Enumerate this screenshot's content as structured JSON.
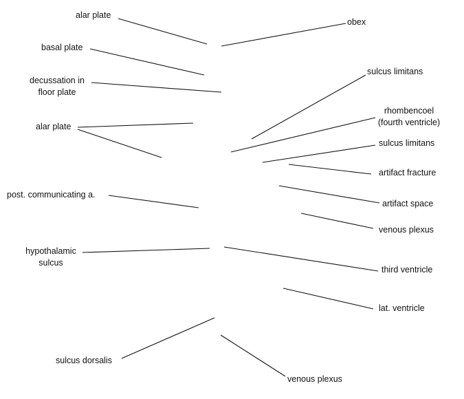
{
  "labels": {
    "alar_plate_top": "alar plate",
    "basal_plate": "basal plate",
    "decussation_line1": "decussation in",
    "decussation_line2": "floor plate",
    "alar_plate_mid": "alar plate",
    "post_communicating": "post. communicating a.",
    "hypothalamic_line1": "hypothalamic",
    "hypothalamic_line2": "sulcus",
    "sulcus_dorsalis": "sulcus dorsalis",
    "obex": "obex",
    "sulcus_limitans_top": "sulcus limitans",
    "rhombencoel_line1": "rhombencoel",
    "rhombencoel_line2": "(fourth ventricle)",
    "sulcus_limitans_mid": "sulcus limitans",
    "artifact_fracture": "artifact fracture",
    "artifact_space": "artifact space",
    "venous_plexus_mid": "venous plexus",
    "third_ventricle": "third ventricle",
    "lat_ventricle": "lat. ventricle",
    "venous_plexus_bottom": "venous plexus"
  }
}
